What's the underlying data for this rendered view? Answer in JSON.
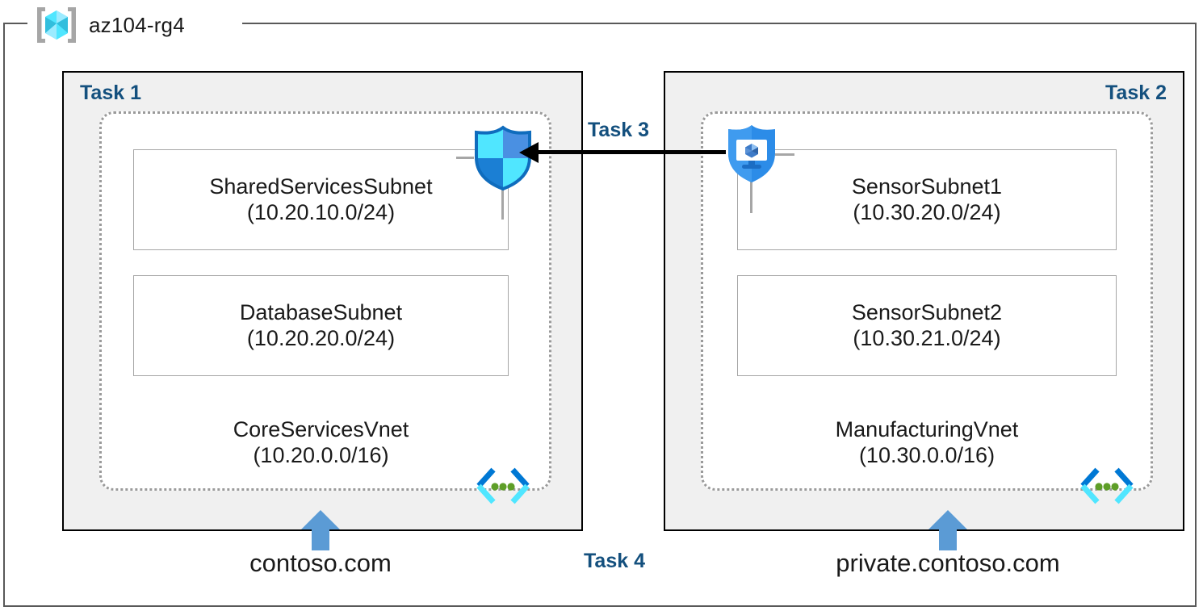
{
  "resource_group": {
    "name": "az104-rg4",
    "icon": "azure-resource-group-cube-icon"
  },
  "panels": [
    {
      "id": "left",
      "task_label": "Task 1",
      "vnet": {
        "name": "CoreServicesVnet",
        "cidr": "(10.20.0.0/16)",
        "icon": "virtual-network-icon"
      },
      "subnets": [
        {
          "name": "SharedServicesSubnet",
          "cidr": "(10.20.10.0/24)"
        },
        {
          "name": "DatabaseSubnet",
          "cidr": "(10.20.20.0/24)"
        }
      ],
      "dns_zone": "contoso.com",
      "dns_arrow_icon": "up-arrow-icon"
    },
    {
      "id": "right",
      "task_label": "Task 2",
      "vnet": {
        "name": "ManufacturingVnet",
        "cidr": "(10.30.0.0/16)",
        "icon": "virtual-network-icon"
      },
      "subnets": [
        {
          "name": "SensorSubnet1",
          "cidr": "(10.30.20.0/24)"
        },
        {
          "name": "SensorSubnet2",
          "cidr": "(10.30.21.0/24)"
        }
      ],
      "dns_zone": "private.contoso.com",
      "dns_arrow_icon": "up-arrow-icon"
    }
  ],
  "connection": {
    "task_label": "Task 3",
    "arrow_icon": "left-arrow-icon",
    "source_icon": "vm-shield-icon",
    "target_icon": "network-security-group-shield-icon"
  },
  "bottom": {
    "task_label": "Task 4"
  },
  "colors": {
    "task_label": "#14507E",
    "panel_fill": "#F0F0F0",
    "panel_border": "#000000",
    "vnet_border": "#9A9A9A",
    "subnet_border": "#A6A6A6",
    "arrow": "#000000",
    "dns_arrow": "#5B9BD5",
    "azure_blue": "#0078D4",
    "azure_cyan": "#50E6FF",
    "vnet_dot_green": "#5E9E28",
    "frame": "#595959"
  }
}
